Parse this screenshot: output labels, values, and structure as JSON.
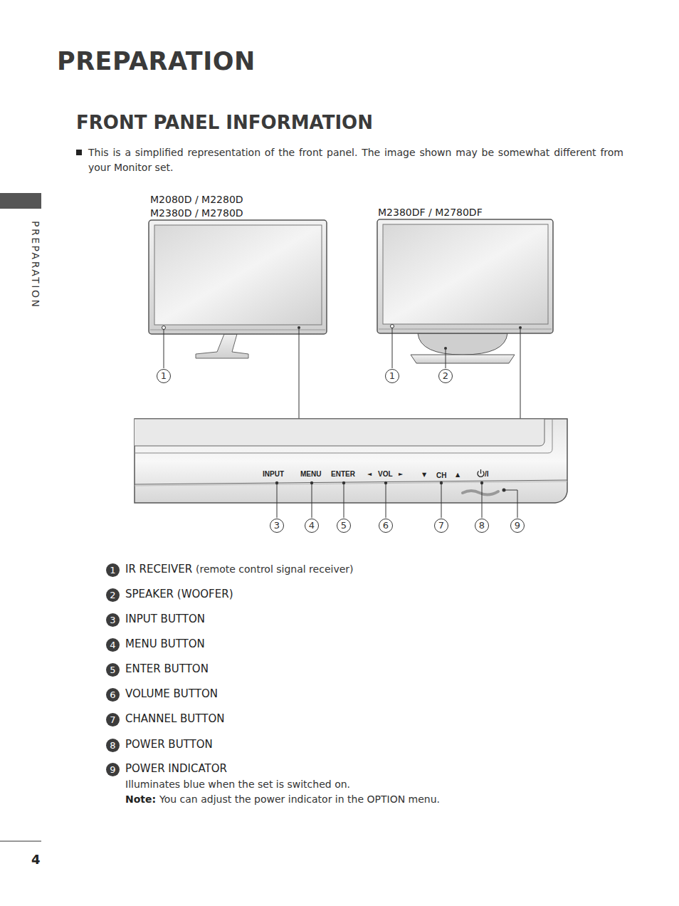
{
  "diagram": {
    "title": "PREPARATION",
    "labels": [
      "FRONT PANEL INFORMATION",
      "This is a simplified representation of the front panel. The image shown may be somewhat different from your Monitor set.",
      "M2080D / M2280D M2380D / M2780D",
      "M2380DF / M2780DF",
      "1",
      "1",
      "2",
      "INPUT",
      "MENU",
      "ENTER",
      "◄",
      "VOL",
      "►",
      "▼",
      "CH",
      "▲",
      "/I",
      "3",
      "4",
      "5",
      "6",
      "7",
      "8",
      "9",
      "1",
      "IR RECEIVER",
      "(remote control signal receiver)",
      "2",
      "SPEAKER (WOOFER)",
      "3",
      "INPUT BUTTON",
      "4",
      "MENU BUTTON",
      "5",
      "ENTER BUTTON",
      "6",
      "VOLUME BUTTON",
      "7",
      "CHANNEL BUTTON",
      "8",
      "POWER BUTTON",
      "9",
      "POWER INDICATOR",
      "Illuminates blue when the set is switched on.",
      "Note:",
      "You can adjust the power indicator in the OPTION menu.",
      "PREPARATION",
      "4"
    ]
  }
}
